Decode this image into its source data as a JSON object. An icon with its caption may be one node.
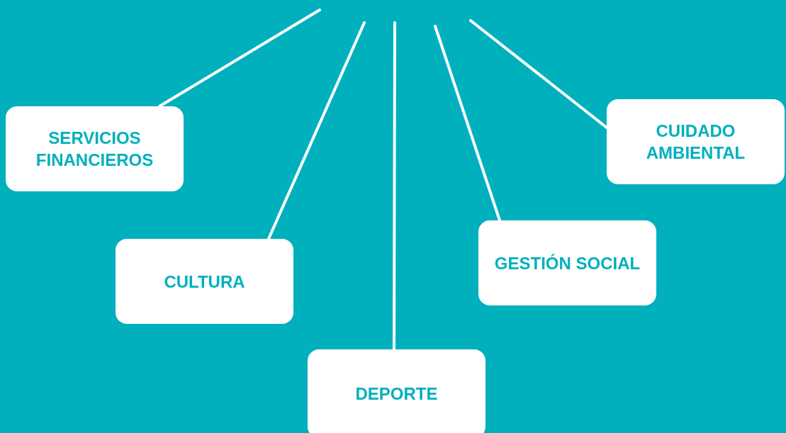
{
  "diagram": {
    "nodes": [
      {
        "text": [
          "SERVICIOS FINANCIEROS"
        ]
      },
      {
        "text": [
          "CULTURA"
        ]
      },
      {
        "text": [
          "DEPORTE"
        ]
      },
      {
        "text": [
          "GESTIÓN SOCIAL"
        ]
      },
      {
        "text": [
          "CUIDADO AMBIENTAL"
        ]
      }
    ],
    "edges": [
      {
        "from": null,
        "to": 0,
        "arrow": "none"
      },
      {
        "from": null,
        "to": 1,
        "arrow": "none"
      },
      {
        "from": null,
        "to": 2,
        "arrow": "none"
      },
      {
        "from": null,
        "to": 3,
        "arrow": "none"
      },
      {
        "from": null,
        "to": 4,
        "arrow": "none"
      }
    ]
  }
}
